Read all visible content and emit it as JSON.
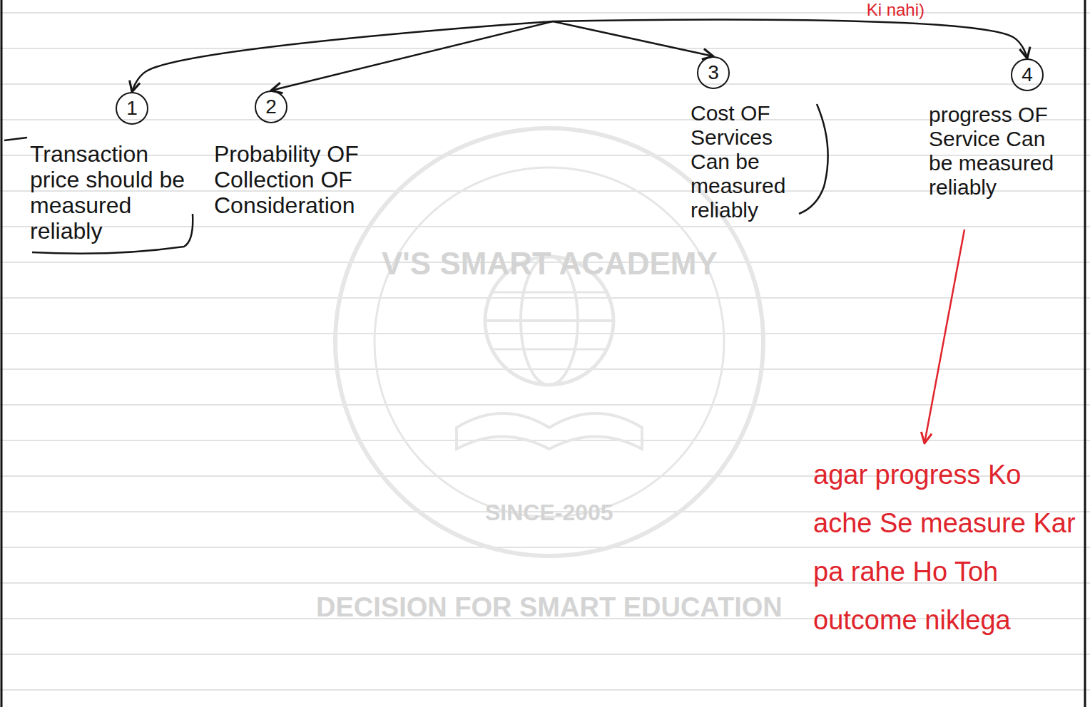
{
  "diagram": {
    "nodes": [
      {
        "text": [
          "Ki nahi)"
        ]
      },
      {
        "text": [
          "1",
          "Transaction price should be measured reliably"
        ]
      },
      {
        "text": [
          "2",
          "Probability OF Collection OF Consideration"
        ]
      },
      {
        "text": [
          "3",
          "Cost OF Services Can be measured reliably"
        ]
      },
      {
        "text": [
          "4",
          "progress OF Service Can be measured reliably"
        ]
      }
    ],
    "edges": [
      {
        "from": 0,
        "to": 1,
        "arrow": "to"
      },
      {
        "from": 0,
        "to": 2,
        "arrow": "to"
      },
      {
        "from": 0,
        "to": 3,
        "arrow": "to"
      },
      {
        "from": 0,
        "to": 4,
        "arrow": "to"
      }
    ],
    "labels": [
      "agar progress Ko ache Se measure Kar pa rahe Ho Toh outcome niklega",
      "V'S SMART ACADEMY",
      "SINCE-2005",
      "DECISION FOR SMART EDUCATION"
    ]
  }
}
